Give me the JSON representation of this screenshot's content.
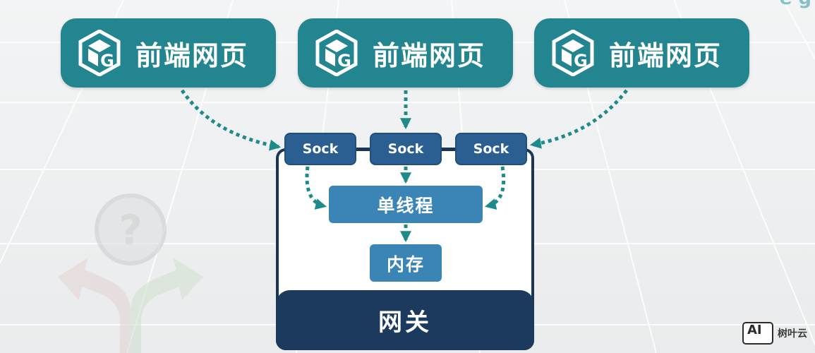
{
  "diagram": {
    "frontend_pages": [
      {
        "label": "前端网页"
      },
      {
        "label": "前端网页"
      },
      {
        "label": "前端网页"
      }
    ],
    "sockets": [
      {
        "label": "Sock"
      },
      {
        "label": "Sock"
      },
      {
        "label": "Sock"
      }
    ],
    "thread": {
      "label": "单线程"
    },
    "memory": {
      "label": "内存"
    },
    "gateway": {
      "label": "网关"
    }
  },
  "watermark": {
    "badge": "AI",
    "text": "树叶云"
  },
  "colors": {
    "page_node": "#22858f",
    "arrow": "#1f8a8a",
    "sock": "#2b5f92",
    "inner_box": "#3a85b5",
    "gateway": "#1c3a5e",
    "frame_border": "#1b3558"
  },
  "icons": {
    "page_logo": "hexagon-cube-g-logo-icon",
    "background": "question-crossroads-icon"
  }
}
